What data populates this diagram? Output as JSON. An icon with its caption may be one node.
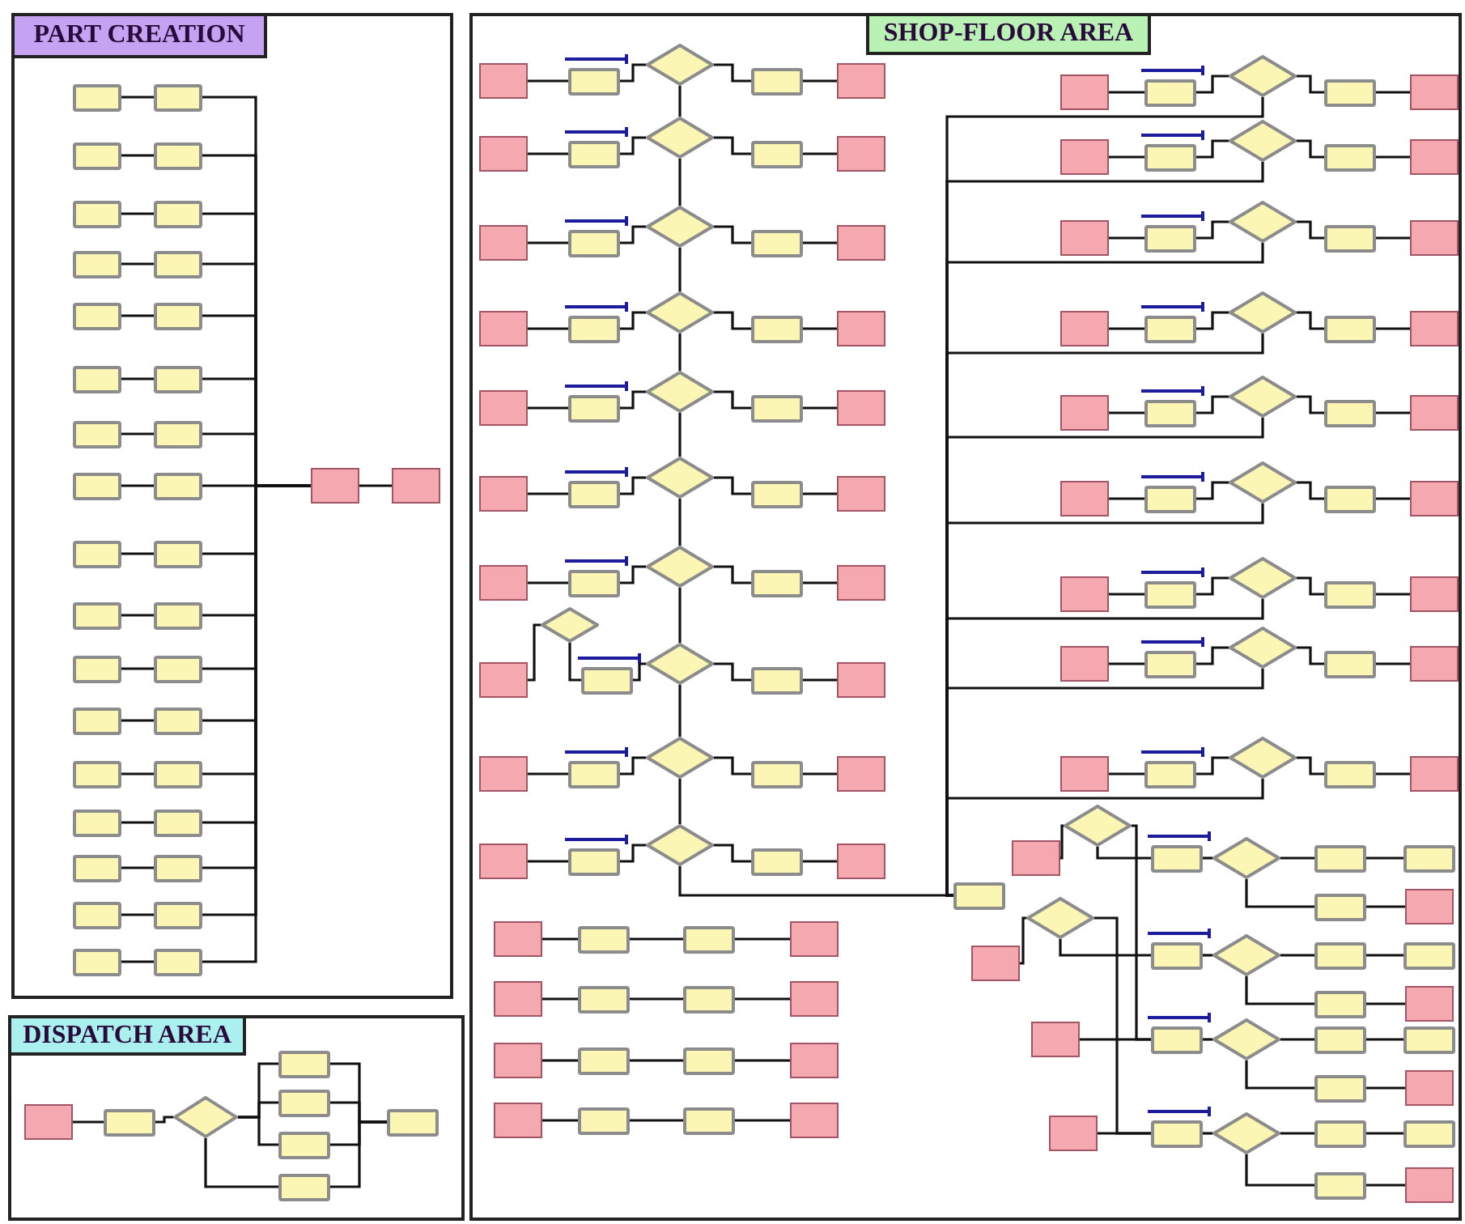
{
  "diagram": {
    "nodes": [
      {
        "text": [
          "PART CREATION"
        ]
      },
      {
        "text": [],
        "shape": "box",
        "in": 0
      },
      {
        "text": [],
        "shape": "box",
        "in": 0
      },
      {
        "text": [],
        "shape": "box",
        "in": 0
      },
      {
        "text": [],
        "shape": "box",
        "in": 0
      },
      {
        "text": [],
        "shape": "box",
        "in": 0
      },
      {
        "text": [],
        "shape": "box",
        "in": 0
      },
      {
        "text": [],
        "shape": "box",
        "in": 0
      },
      {
        "text": [],
        "shape": "box",
        "in": 0
      },
      {
        "text": [],
        "shape": "box",
        "in": 0
      },
      {
        "text": [],
        "shape": "box",
        "in": 0
      },
      {
        "text": [],
        "shape": "box",
        "in": 0
      },
      {
        "text": [],
        "shape": "box",
        "in": 0
      },
      {
        "text": [],
        "shape": "box",
        "in": 0
      },
      {
        "text": [],
        "shape": "box",
        "in": 0
      },
      {
        "text": [],
        "shape": "box",
        "in": 0
      },
      {
        "text": [],
        "shape": "box",
        "in": 0
      },
      {
        "text": [],
        "shape": "box",
        "in": 0
      },
      {
        "text": [],
        "shape": "box",
        "in": 0
      },
      {
        "text": [],
        "shape": "box",
        "in": 0
      },
      {
        "text": [],
        "shape": "box",
        "in": 0
      },
      {
        "text": [],
        "shape": "box",
        "in": 0
      },
      {
        "text": [],
        "shape": "box",
        "in": 0
      },
      {
        "text": [],
        "shape": "box",
        "in": 0
      },
      {
        "text": [],
        "shape": "box",
        "in": 0
      },
      {
        "text": [],
        "shape": "box",
        "in": 0
      },
      {
        "text": [],
        "shape": "box",
        "in": 0
      },
      {
        "text": [],
        "shape": "box",
        "in": 0
      },
      {
        "text": [],
        "shape": "box",
        "in": 0
      },
      {
        "text": [],
        "shape": "box",
        "in": 0
      },
      {
        "text": [],
        "shape": "box",
        "in": 0
      },
      {
        "text": [],
        "shape": "box",
        "in": 0
      },
      {
        "text": [],
        "shape": "box",
        "in": 0
      },
      {
        "text": [],
        "shape": "box",
        "in": 0
      },
      {
        "text": [],
        "shape": "box",
        "in": 0
      },
      {
        "text": [],
        "shape": "box",
        "in": 0
      },
      {
        "text": [],
        "shape": "box",
        "in": 0
      },
      {
        "text": [
          "SHOP-FLOOR AREA"
        ]
      },
      {
        "text": [],
        "shape": "box",
        "in": 37
      },
      {
        "text": [],
        "shape": "box",
        "in": 37
      },
      {
        "text": [],
        "shape": "diamond",
        "in": 37
      },
      {
        "text": [],
        "shape": "box",
        "in": 37
      },
      {
        "text": [],
        "shape": "box",
        "in": 37
      },
      {
        "text": [],
        "shape": "box",
        "in": 37
      },
      {
        "text": [],
        "shape": "box",
        "in": 37
      },
      {
        "text": [],
        "shape": "diamond",
        "in": 37
      },
      {
        "text": [],
        "shape": "box",
        "in": 37
      },
      {
        "text": [],
        "shape": "box",
        "in": 37
      },
      {
        "text": [],
        "shape": "box",
        "in": 37
      },
      {
        "text": [],
        "shape": "box",
        "in": 37
      },
      {
        "text": [],
        "shape": "diamond",
        "in": 37
      },
      {
        "text": [],
        "shape": "box",
        "in": 37
      },
      {
        "text": [],
        "shape": "box",
        "in": 37
      },
      {
        "text": [],
        "shape": "box",
        "in": 37
      },
      {
        "text": [],
        "shape": "box",
        "in": 37
      },
      {
        "text": [],
        "shape": "diamond",
        "in": 37
      },
      {
        "text": [],
        "shape": "box",
        "in": 37
      },
      {
        "text": [],
        "shape": "box",
        "in": 37
      },
      {
        "text": [],
        "shape": "box",
        "in": 37
      },
      {
        "text": [],
        "shape": "box",
        "in": 37
      },
      {
        "text": [],
        "shape": "diamond",
        "in": 37
      },
      {
        "text": [],
        "shape": "box",
        "in": 37
      },
      {
        "text": [],
        "shape": "box",
        "in": 37
      },
      {
        "text": [],
        "shape": "box",
        "in": 37
      },
      {
        "text": [],
        "shape": "box",
        "in": 37
      },
      {
        "text": [],
        "shape": "diamond",
        "in": 37
      },
      {
        "text": [],
        "shape": "box",
        "in": 37
      },
      {
        "text": [],
        "shape": "box",
        "in": 37
      },
      {
        "text": [],
        "shape": "box",
        "in": 37
      },
      {
        "text": [],
        "shape": "box",
        "in": 37
      },
      {
        "text": [],
        "shape": "diamond",
        "in": 37
      },
      {
        "text": [],
        "shape": "box",
        "in": 37
      },
      {
        "text": [],
        "shape": "box",
        "in": 37
      },
      {
        "text": [],
        "shape": "box",
        "in": 37
      },
      {
        "text": [],
        "shape": "box",
        "in": 37
      },
      {
        "text": [],
        "shape": "diamond",
        "in": 37
      },
      {
        "text": [],
        "shape": "box",
        "in": 37
      },
      {
        "text": [],
        "shape": "box",
        "in": 37
      },
      {
        "text": [],
        "shape": "box",
        "in": 37
      },
      {
        "text": [],
        "shape": "box",
        "in": 37
      },
      {
        "text": [],
        "shape": "diamond",
        "in": 37
      },
      {
        "text": [],
        "shape": "box",
        "in": 37
      },
      {
        "text": [],
        "shape": "box",
        "in": 37
      },
      {
        "text": [],
        "shape": "box",
        "in": 37
      },
      {
        "text": [],
        "shape": "box",
        "in": 37
      },
      {
        "text": [],
        "shape": "diamond",
        "in": 37
      },
      {
        "text": [],
        "shape": "box",
        "in": 37
      },
      {
        "text": [],
        "shape": "box",
        "in": 37
      },
      {
        "text": [],
        "shape": "diamond",
        "in": 37
      },
      {
        "text": [],
        "shape": "box",
        "in": 37
      },
      {
        "text": [],
        "shape": "box",
        "in": 37
      },
      {
        "text": [],
        "shape": "diamond",
        "in": 37
      },
      {
        "text": [],
        "shape": "box",
        "in": 37
      },
      {
        "text": [],
        "shape": "box",
        "in": 37
      },
      {
        "text": [],
        "shape": "box",
        "in": 37
      },
      {
        "text": [],
        "shape": "box",
        "in": 37
      },
      {
        "text": [],
        "shape": "diamond",
        "in": 37
      },
      {
        "text": [],
        "shape": "box",
        "in": 37
      },
      {
        "text": [],
        "shape": "box",
        "in": 37
      },
      {
        "text": [],
        "shape": "box",
        "in": 37
      },
      {
        "text": [],
        "shape": "box",
        "in": 37
      },
      {
        "text": [],
        "shape": "diamond",
        "in": 37
      },
      {
        "text": [],
        "shape": "box",
        "in": 37
      },
      {
        "text": [],
        "shape": "box",
        "in": 37
      },
      {
        "text": [],
        "shape": "box",
        "in": 37
      },
      {
        "text": [],
        "shape": "box",
        "in": 37
      },
      {
        "text": [],
        "shape": "diamond",
        "in": 37
      },
      {
        "text": [],
        "shape": "box",
        "in": 37
      },
      {
        "text": [],
        "shape": "box",
        "in": 37
      },
      {
        "text": [],
        "shape": "box",
        "in": 37
      },
      {
        "text": [],
        "shape": "box",
        "in": 37
      },
      {
        "text": [],
        "shape": "diamond",
        "in": 37
      },
      {
        "text": [],
        "shape": "box",
        "in": 37
      },
      {
        "text": [],
        "shape": "box",
        "in": 37
      },
      {
        "text": [],
        "shape": "box",
        "in": 37
      },
      {
        "text": [],
        "shape": "box",
        "in": 37
      },
      {
        "text": [],
        "shape": "diamond",
        "in": 37
      },
      {
        "text": [],
        "shape": "box",
        "in": 37
      },
      {
        "text": [],
        "shape": "box",
        "in": 37
      },
      {
        "text": [],
        "shape": "box",
        "in": 37
      },
      {
        "text": [],
        "shape": "box",
        "in": 37
      },
      {
        "text": [],
        "shape": "diamond",
        "in": 37
      },
      {
        "text": [],
        "shape": "box",
        "in": 37
      },
      {
        "text": [],
        "shape": "box",
        "in": 37
      },
      {
        "text": [],
        "shape": "box",
        "in": 37
      },
      {
        "text": [],
        "shape": "box",
        "in": 37
      },
      {
        "text": [],
        "shape": "diamond",
        "in": 37
      },
      {
        "text": [],
        "shape": "box",
        "in": 37
      },
      {
        "text": [],
        "shape": "box",
        "in": 37
      },
      {
        "text": [],
        "shape": "box",
        "in": 37
      },
      {
        "text": [],
        "shape": "box",
        "in": 37
      },
      {
        "text": [],
        "shape": "diamond",
        "in": 37
      },
      {
        "text": [],
        "shape": "box",
        "in": 37
      },
      {
        "text": [],
        "shape": "box",
        "in": 37
      },
      {
        "text": [],
        "shape": "box",
        "in": 37
      },
      {
        "text": [],
        "shape": "box",
        "in": 37
      },
      {
        "text": [],
        "shape": "box",
        "in": 37
      },
      {
        "text": [],
        "shape": "box",
        "in": 37
      },
      {
        "text": [],
        "shape": "box",
        "in": 37
      },
      {
        "text": [],
        "shape": "box",
        "in": 37
      },
      {
        "text": [],
        "shape": "box",
        "in": 37
      },
      {
        "text": [],
        "shape": "box",
        "in": 37
      },
      {
        "text": [],
        "shape": "box",
        "in": 37
      },
      {
        "text": [],
        "shape": "box",
        "in": 37
      },
      {
        "text": [],
        "shape": "box",
        "in": 37
      },
      {
        "text": [],
        "shape": "box",
        "in": 37
      },
      {
        "text": [],
        "shape": "box",
        "in": 37
      },
      {
        "text": [],
        "shape": "box",
        "in": 37
      },
      {
        "text": [],
        "shape": "box",
        "in": 37
      },
      {
        "text": [],
        "shape": "box",
        "in": 37
      },
      {
        "text": [],
        "shape": "box",
        "in": 37
      },
      {
        "text": [],
        "shape": "box",
        "in": 37
      },
      {
        "text": [],
        "shape": "diamond",
        "in": 37
      },
      {
        "text": [],
        "shape": "box",
        "in": 37
      },
      {
        "text": [],
        "shape": "diamond",
        "in": 37
      },
      {
        "text": [],
        "shape": "box",
        "in": 37
      },
      {
        "text": [],
        "shape": "box",
        "in": 37
      },
      {
        "text": [],
        "shape": "box",
        "in": 37
      },
      {
        "text": [],
        "shape": "diamond",
        "in": 37
      },
      {
        "text": [],
        "shape": "box",
        "in": 37
      },
      {
        "text": [],
        "shape": "box",
        "in": 37
      },
      {
        "text": [],
        "shape": "box",
        "in": 37
      },
      {
        "text": [],
        "shape": "box",
        "in": 37
      },
      {
        "text": [],
        "shape": "box",
        "in": 37
      },
      {
        "text": [],
        "shape": "diamond",
        "in": 37
      },
      {
        "text": [],
        "shape": "box",
        "in": 37
      },
      {
        "text": [],
        "shape": "box",
        "in": 37
      },
      {
        "text": [],
        "shape": "box",
        "in": 37
      },
      {
        "text": [],
        "shape": "box",
        "in": 37
      },
      {
        "text": [],
        "shape": "box",
        "in": 37
      },
      {
        "text": [],
        "shape": "diamond",
        "in": 37
      },
      {
        "text": [],
        "shape": "box",
        "in": 37
      },
      {
        "text": [],
        "shape": "box",
        "in": 37
      },
      {
        "text": [],
        "shape": "box",
        "in": 37
      },
      {
        "text": [],
        "shape": "box",
        "in": 37
      },
      {
        "text": [],
        "shape": "box",
        "in": 37
      },
      {
        "text": [],
        "shape": "diamond",
        "in": 37
      },
      {
        "text": [],
        "shape": "box",
        "in": 37
      },
      {
        "text": [],
        "shape": "box",
        "in": 37
      },
      {
        "text": [],
        "shape": "box",
        "in": 37
      },
      {
        "text": [],
        "shape": "box",
        "in": 37
      },
      {
        "text": [
          "DISPATCH AREA"
        ]
      },
      {
        "text": [],
        "shape": "box",
        "in": 181
      },
      {
        "text": [],
        "shape": "box",
        "in": 181
      },
      {
        "text": [],
        "shape": "diamond",
        "in": 181
      },
      {
        "text": [],
        "shape": "box",
        "in": 181
      },
      {
        "text": [],
        "shape": "box",
        "in": 181
      },
      {
        "text": [],
        "shape": "box",
        "in": 181
      },
      {
        "text": [],
        "shape": "box",
        "in": 181
      },
      {
        "text": [],
        "shape": "box",
        "in": 181
      }
    ],
    "edges": [
      {
        "from": 1,
        "to": 2,
        "arrow": "none"
      },
      {
        "from": 2,
        "to": 35,
        "arrow": "none"
      },
      {
        "from": 3,
        "to": 4,
        "arrow": "none"
      },
      {
        "from": 4,
        "to": 35,
        "arrow": "none"
      },
      {
        "from": 5,
        "to": 6,
        "arrow": "none"
      },
      {
        "from": 6,
        "to": 35,
        "arrow": "none"
      },
      {
        "from": 7,
        "to": 8,
        "arrow": "none"
      },
      {
        "from": 8,
        "to": 35,
        "arrow": "none"
      },
      {
        "from": 9,
        "to": 10,
        "arrow": "none"
      },
      {
        "from": 10,
        "to": 35,
        "arrow": "none"
      },
      {
        "from": 11,
        "to": 12,
        "arrow": "none"
      },
      {
        "from": 12,
        "to": 35,
        "arrow": "none"
      },
      {
        "from": 13,
        "to": 14,
        "arrow": "none"
      },
      {
        "from": 14,
        "to": 35,
        "arrow": "none"
      },
      {
        "from": 15,
        "to": 16,
        "arrow": "none"
      },
      {
        "from": 16,
        "to": 35,
        "arrow": "none"
      },
      {
        "from": 17,
        "to": 18,
        "arrow": "none"
      },
      {
        "from": 18,
        "to": 35,
        "arrow": "none"
      },
      {
        "from": 19,
        "to": 20,
        "arrow": "none"
      },
      {
        "from": 20,
        "to": 35,
        "arrow": "none"
      },
      {
        "from": 21,
        "to": 22,
        "arrow": "none"
      },
      {
        "from": 22,
        "to": 35,
        "arrow": "none"
      },
      {
        "from": 23,
        "to": 24,
        "arrow": "none"
      },
      {
        "from": 24,
        "to": 35,
        "arrow": "none"
      },
      {
        "from": 25,
        "to": 26,
        "arrow": "none"
      },
      {
        "from": 26,
        "to": 35,
        "arrow": "none"
      },
      {
        "from": 27,
        "to": 28,
        "arrow": "none"
      },
      {
        "from": 28,
        "to": 35,
        "arrow": "none"
      },
      {
        "from": 29,
        "to": 30,
        "arrow": "none"
      },
      {
        "from": 30,
        "to": 35,
        "arrow": "none"
      },
      {
        "from": 31,
        "to": 32,
        "arrow": "none"
      },
      {
        "from": 32,
        "to": 35,
        "arrow": "none"
      },
      {
        "from": 33,
        "to": 34,
        "arrow": "none"
      },
      {
        "from": 34,
        "to": 35,
        "arrow": "none"
      },
      {
        "from": 35,
        "to": 36,
        "arrow": "none"
      },
      {
        "from": 38,
        "to": 39,
        "arrow": "none"
      },
      {
        "from": 39,
        "to": 40,
        "arrow": "none"
      },
      {
        "from": 40,
        "to": 41,
        "arrow": "none"
      },
      {
        "from": 41,
        "to": 42,
        "arrow": "none"
      },
      {
        "from": 40,
        "to": 45,
        "arrow": "none"
      },
      {
        "from": 43,
        "to": 44,
        "arrow": "none"
      },
      {
        "from": 44,
        "to": 45,
        "arrow": "none"
      },
      {
        "from": 45,
        "to": 46,
        "arrow": "none"
      },
      {
        "from": 46,
        "to": 47,
        "arrow": "none"
      },
      {
        "from": 45,
        "to": 50,
        "arrow": "none"
      },
      {
        "from": 48,
        "to": 49,
        "arrow": "none"
      },
      {
        "from": 49,
        "to": 50,
        "arrow": "none"
      },
      {
        "from": 50,
        "to": 51,
        "arrow": "none"
      },
      {
        "from": 51,
        "to": 52,
        "arrow": "none"
      },
      {
        "from": 50,
        "to": 55,
        "arrow": "none"
      },
      {
        "from": 53,
        "to": 54,
        "arrow": "none"
      },
      {
        "from": 54,
        "to": 55,
        "arrow": "none"
      },
      {
        "from": 55,
        "to": 56,
        "arrow": "none"
      },
      {
        "from": 56,
        "to": 57,
        "arrow": "none"
      },
      {
        "from": 55,
        "to": 60,
        "arrow": "none"
      },
      {
        "from": 58,
        "to": 59,
        "arrow": "none"
      },
      {
        "from": 59,
        "to": 60,
        "arrow": "none"
      },
      {
        "from": 60,
        "to": 61,
        "arrow": "none"
      },
      {
        "from": 61,
        "to": 62,
        "arrow": "none"
      },
      {
        "from": 60,
        "to": 65,
        "arrow": "none"
      },
      {
        "from": 63,
        "to": 64,
        "arrow": "none"
      },
      {
        "from": 64,
        "to": 65,
        "arrow": "none"
      },
      {
        "from": 65,
        "to": 66,
        "arrow": "none"
      },
      {
        "from": 66,
        "to": 67,
        "arrow": "none"
      },
      {
        "from": 65,
        "to": 70,
        "arrow": "none"
      },
      {
        "from": 68,
        "to": 69,
        "arrow": "none"
      },
      {
        "from": 69,
        "to": 70,
        "arrow": "none"
      },
      {
        "from": 70,
        "to": 71,
        "arrow": "none"
      },
      {
        "from": 71,
        "to": 72,
        "arrow": "none"
      },
      {
        "from": 70,
        "to": 75,
        "arrow": "none"
      },
      {
        "from": 73,
        "to": 88,
        "arrow": "none"
      },
      {
        "from": 88,
        "to": 74,
        "arrow": "none"
      },
      {
        "from": 74,
        "to": 75,
        "arrow": "none"
      },
      {
        "from": 75,
        "to": 76,
        "arrow": "none"
      },
      {
        "from": 76,
        "to": 77,
        "arrow": "none"
      },
      {
        "from": 75,
        "to": 80,
        "arrow": "none"
      },
      {
        "from": 78,
        "to": 79,
        "arrow": "none"
      },
      {
        "from": 79,
        "to": 80,
        "arrow": "none"
      },
      {
        "from": 80,
        "to": 81,
        "arrow": "none"
      },
      {
        "from": 81,
        "to": 82,
        "arrow": "none"
      },
      {
        "from": 80,
        "to": 85,
        "arrow": "none"
      },
      {
        "from": 83,
        "to": 84,
        "arrow": "none"
      },
      {
        "from": 84,
        "to": 85,
        "arrow": "none"
      },
      {
        "from": 85,
        "to": 86,
        "arrow": "none"
      },
      {
        "from": 86,
        "to": 87,
        "arrow": "none"
      },
      {
        "from": 85,
        "to": 134,
        "arrow": "none"
      },
      {
        "from": 89,
        "to": 90,
        "arrow": "none"
      },
      {
        "from": 90,
        "to": 91,
        "arrow": "none"
      },
      {
        "from": 91,
        "to": 92,
        "arrow": "none"
      },
      {
        "from": 92,
        "to": 93,
        "arrow": "none"
      },
      {
        "from": 91,
        "to": 134,
        "arrow": "none"
      },
      {
        "from": 94,
        "to": 95,
        "arrow": "none"
      },
      {
        "from": 95,
        "to": 96,
        "arrow": "none"
      },
      {
        "from": 96,
        "to": 97,
        "arrow": "none"
      },
      {
        "from": 97,
        "to": 98,
        "arrow": "none"
      },
      {
        "from": 96,
        "to": 134,
        "arrow": "none"
      },
      {
        "from": 99,
        "to": 100,
        "arrow": "none"
      },
      {
        "from": 100,
        "to": 101,
        "arrow": "none"
      },
      {
        "from": 101,
        "to": 102,
        "arrow": "none"
      },
      {
        "from": 102,
        "to": 103,
        "arrow": "none"
      },
      {
        "from": 101,
        "to": 134,
        "arrow": "none"
      },
      {
        "from": 104,
        "to": 105,
        "arrow": "none"
      },
      {
        "from": 105,
        "to": 106,
        "arrow": "none"
      },
      {
        "from": 106,
        "to": 107,
        "arrow": "none"
      },
      {
        "from": 107,
        "to": 108,
        "arrow": "none"
      },
      {
        "from": 106,
        "to": 134,
        "arrow": "none"
      },
      {
        "from": 109,
        "to": 110,
        "arrow": "none"
      },
      {
        "from": 110,
        "to": 111,
        "arrow": "none"
      },
      {
        "from": 111,
        "to": 112,
        "arrow": "none"
      },
      {
        "from": 112,
        "to": 113,
        "arrow": "none"
      },
      {
        "from": 111,
        "to": 134,
        "arrow": "none"
      },
      {
        "from": 114,
        "to": 115,
        "arrow": "none"
      },
      {
        "from": 115,
        "to": 116,
        "arrow": "none"
      },
      {
        "from": 116,
        "to": 117,
        "arrow": "none"
      },
      {
        "from": 117,
        "to": 118,
        "arrow": "none"
      },
      {
        "from": 116,
        "to": 134,
        "arrow": "none"
      },
      {
        "from": 119,
        "to": 120,
        "arrow": "none"
      },
      {
        "from": 120,
        "to": 121,
        "arrow": "none"
      },
      {
        "from": 121,
        "to": 122,
        "arrow": "none"
      },
      {
        "from": 122,
        "to": 123,
        "arrow": "none"
      },
      {
        "from": 121,
        "to": 134,
        "arrow": "none"
      },
      {
        "from": 124,
        "to": 125,
        "arrow": "none"
      },
      {
        "from": 125,
        "to": 126,
        "arrow": "none"
      },
      {
        "from": 126,
        "to": 127,
        "arrow": "none"
      },
      {
        "from": 127,
        "to": 128,
        "arrow": "none"
      },
      {
        "from": 126,
        "to": 134,
        "arrow": "none"
      },
      {
        "from": 129,
        "to": 130,
        "arrow": "none"
      },
      {
        "from": 130,
        "to": 131,
        "arrow": "none"
      },
      {
        "from": 131,
        "to": 132,
        "arrow": "none"
      },
      {
        "from": 132,
        "to": 133,
        "arrow": "none"
      },
      {
        "from": 131,
        "to": 134,
        "arrow": "none"
      },
      {
        "from": 135,
        "to": 136,
        "arrow": "none"
      },
      {
        "from": 136,
        "to": 137,
        "arrow": "none"
      },
      {
        "from": 137,
        "to": 138,
        "arrow": "none"
      },
      {
        "from": 139,
        "to": 140,
        "arrow": "none"
      },
      {
        "from": 140,
        "to": 141,
        "arrow": "none"
      },
      {
        "from": 141,
        "to": 142,
        "arrow": "none"
      },
      {
        "from": 143,
        "to": 144,
        "arrow": "none"
      },
      {
        "from": 144,
        "to": 145,
        "arrow": "none"
      },
      {
        "from": 145,
        "to": 146,
        "arrow": "none"
      },
      {
        "from": 147,
        "to": 148,
        "arrow": "none"
      },
      {
        "from": 148,
        "to": 149,
        "arrow": "none"
      },
      {
        "from": 149,
        "to": 150,
        "arrow": "none"
      },
      {
        "from": 151,
        "to": 152,
        "arrow": "none"
      },
      {
        "from": 152,
        "to": 157,
        "arrow": "none"
      },
      {
        "from": 152,
        "to": 169,
        "arrow": "none"
      },
      {
        "from": 153,
        "to": 154,
        "arrow": "none"
      },
      {
        "from": 154,
        "to": 163,
        "arrow": "none"
      },
      {
        "from": 154,
        "to": 175,
        "arrow": "none"
      },
      {
        "from": 155,
        "to": 169,
        "arrow": "none"
      },
      {
        "from": 156,
        "to": 175,
        "arrow": "none"
      },
      {
        "from": 157,
        "to": 158,
        "arrow": "none"
      },
      {
        "from": 158,
        "to": 159,
        "arrow": "none"
      },
      {
        "from": 159,
        "to": 160,
        "arrow": "none"
      },
      {
        "from": 158,
        "to": 161,
        "arrow": "none"
      },
      {
        "from": 161,
        "to": 162,
        "arrow": "none"
      },
      {
        "from": 163,
        "to": 164,
        "arrow": "none"
      },
      {
        "from": 164,
        "to": 165,
        "arrow": "none"
      },
      {
        "from": 165,
        "to": 166,
        "arrow": "none"
      },
      {
        "from": 164,
        "to": 167,
        "arrow": "none"
      },
      {
        "from": 167,
        "to": 168,
        "arrow": "none"
      },
      {
        "from": 169,
        "to": 170,
        "arrow": "none"
      },
      {
        "from": 170,
        "to": 171,
        "arrow": "none"
      },
      {
        "from": 171,
        "to": 172,
        "arrow": "none"
      },
      {
        "from": 170,
        "to": 173,
        "arrow": "none"
      },
      {
        "from": 173,
        "to": 174,
        "arrow": "none"
      },
      {
        "from": 175,
        "to": 176,
        "arrow": "none"
      },
      {
        "from": 176,
        "to": 177,
        "arrow": "none"
      },
      {
        "from": 177,
        "to": 178,
        "arrow": "none"
      },
      {
        "from": 176,
        "to": 179,
        "arrow": "none"
      },
      {
        "from": 179,
        "to": 180,
        "arrow": "none"
      },
      {
        "from": 182,
        "to": 183,
        "arrow": "none"
      },
      {
        "from": 183,
        "to": 184,
        "arrow": "none"
      },
      {
        "from": 184,
        "to": 185,
        "arrow": "none"
      },
      {
        "from": 184,
        "to": 186,
        "arrow": "none"
      },
      {
        "from": 184,
        "to": 187,
        "arrow": "none"
      },
      {
        "from": 184,
        "to": 188,
        "arrow": "none"
      },
      {
        "from": 185,
        "to": 189,
        "arrow": "none"
      },
      {
        "from": 186,
        "to": 189,
        "arrow": "none"
      },
      {
        "from": 187,
        "to": 189,
        "arrow": "none"
      },
      {
        "from": 188,
        "to": 189,
        "arrow": "none"
      }
    ]
  }
}
